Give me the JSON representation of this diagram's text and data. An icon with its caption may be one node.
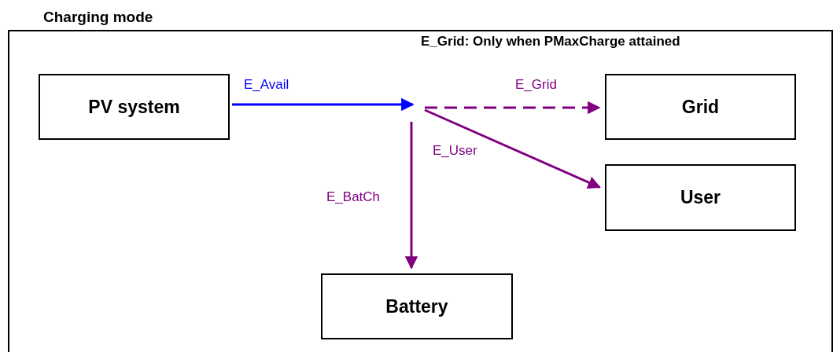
{
  "diagram": {
    "title": "Charging mode",
    "nodes": [
      {
        "text": [],
        "shape": "box"
      },
      {
        "text": [
          "PV system"
        ],
        "in": 0
      },
      {
        "text": [
          "Grid"
        ],
        "in": 0
      },
      {
        "text": [
          "User"
        ],
        "in": 0
      },
      {
        "text": [
          "Battery"
        ],
        "in": 0
      }
    ],
    "edges": [
      {
        "from": 1,
        "to": null,
        "arrow": "to",
        "label": "E_Avail",
        "color": "#0000ff"
      },
      {
        "from": null,
        "to": 2,
        "arrow": "to",
        "label": "E_Grid",
        "style": "dashed"
      },
      {
        "from": null,
        "to": 3,
        "arrow": "to",
        "label": "E_User"
      },
      {
        "from": null,
        "to": 4,
        "arrow": "to",
        "label": "E_BatCh"
      }
    ],
    "labels": [
      "E_Grid: Only when PMaxCharge attained"
    ]
  }
}
